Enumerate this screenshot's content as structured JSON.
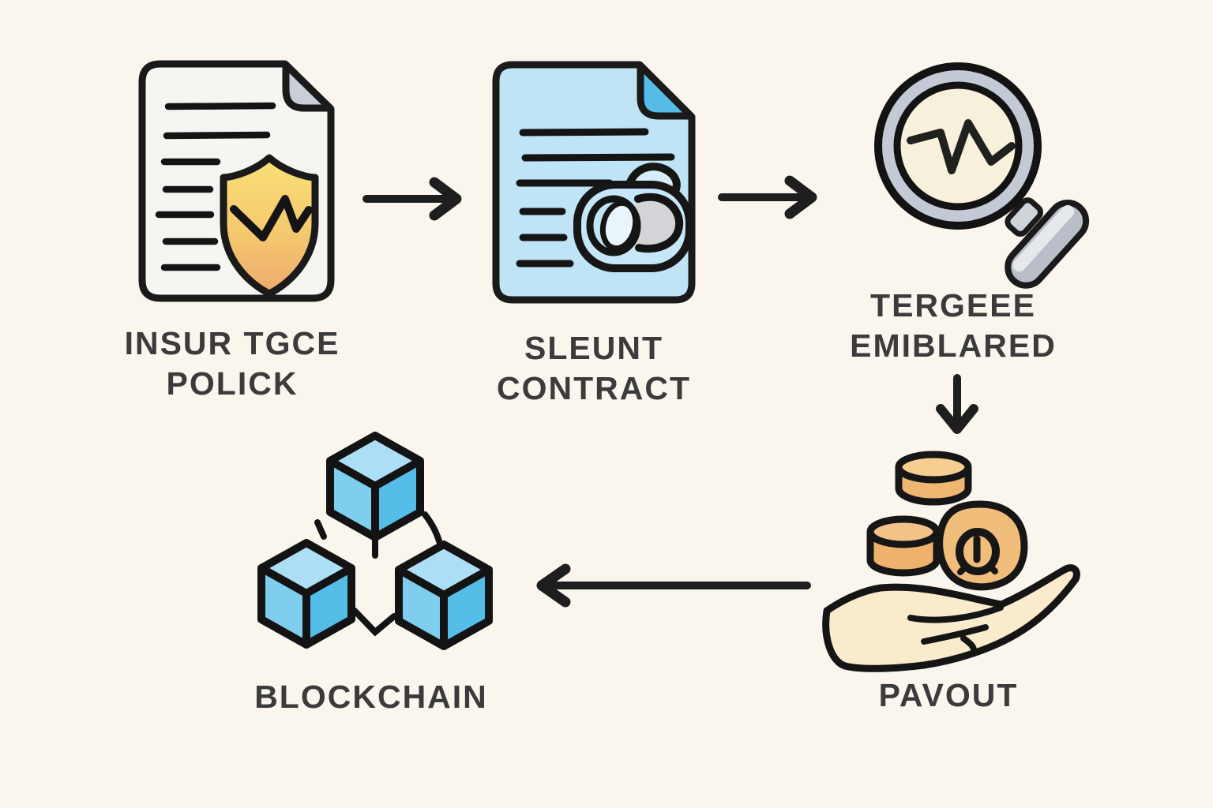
{
  "flow": {
    "background_color": "#FAF6EE",
    "outline_color": "#1A1A1A",
    "label_color": "#3B3B3B",
    "nodes": {
      "insurance_policy": {
        "label_line1": "INSUR TGCE",
        "label_line2": "POLICK",
        "icon": "policy-document-shield-icon"
      },
      "smart_contract": {
        "label_line1": "SLEUNT",
        "label_line2": "CONTRACT",
        "icon": "contract-document-toggle-icon"
      },
      "trigger_event": {
        "label_line1": "TERGEEE",
        "label_line2": "EMIBLARED",
        "icon": "magnifying-glass-chart-icon"
      },
      "payout": {
        "label_line1": "PAVOUT",
        "icon": "coins-in-hand-icon"
      },
      "blockchain": {
        "label_line1": "BLOCKCHAIN",
        "icon": "linked-cubes-icon"
      }
    },
    "arrows": [
      {
        "from": "insurance_policy",
        "to": "smart_contract",
        "direction": "right"
      },
      {
        "from": "smart_contract",
        "to": "trigger_event",
        "direction": "right"
      },
      {
        "from": "trigger_event",
        "to": "payout",
        "direction": "down"
      },
      {
        "from": "payout",
        "to": "blockchain",
        "direction": "left"
      }
    ],
    "palette": {
      "document_paper": "#F6F5F2",
      "document_fold_gray": "#C9CED7",
      "shield_yellow": "#F9DF77",
      "shield_orange": "#EEA96E",
      "contract_blue": "#BFE4F6",
      "contract_fold_blue": "#55BCE7",
      "magnifier_ring": "#C4CAD5",
      "lens_cream": "#F7F0DB",
      "handle_gray": "#B9BEC8",
      "coin_orange": "#EFB671",
      "coin_top": "#F6CE90",
      "hand_cream": "#F9EBCB",
      "cube_top": "#ACDFF5",
      "cube_left": "#7FCEEE",
      "cube_right": "#54BDE8"
    }
  }
}
